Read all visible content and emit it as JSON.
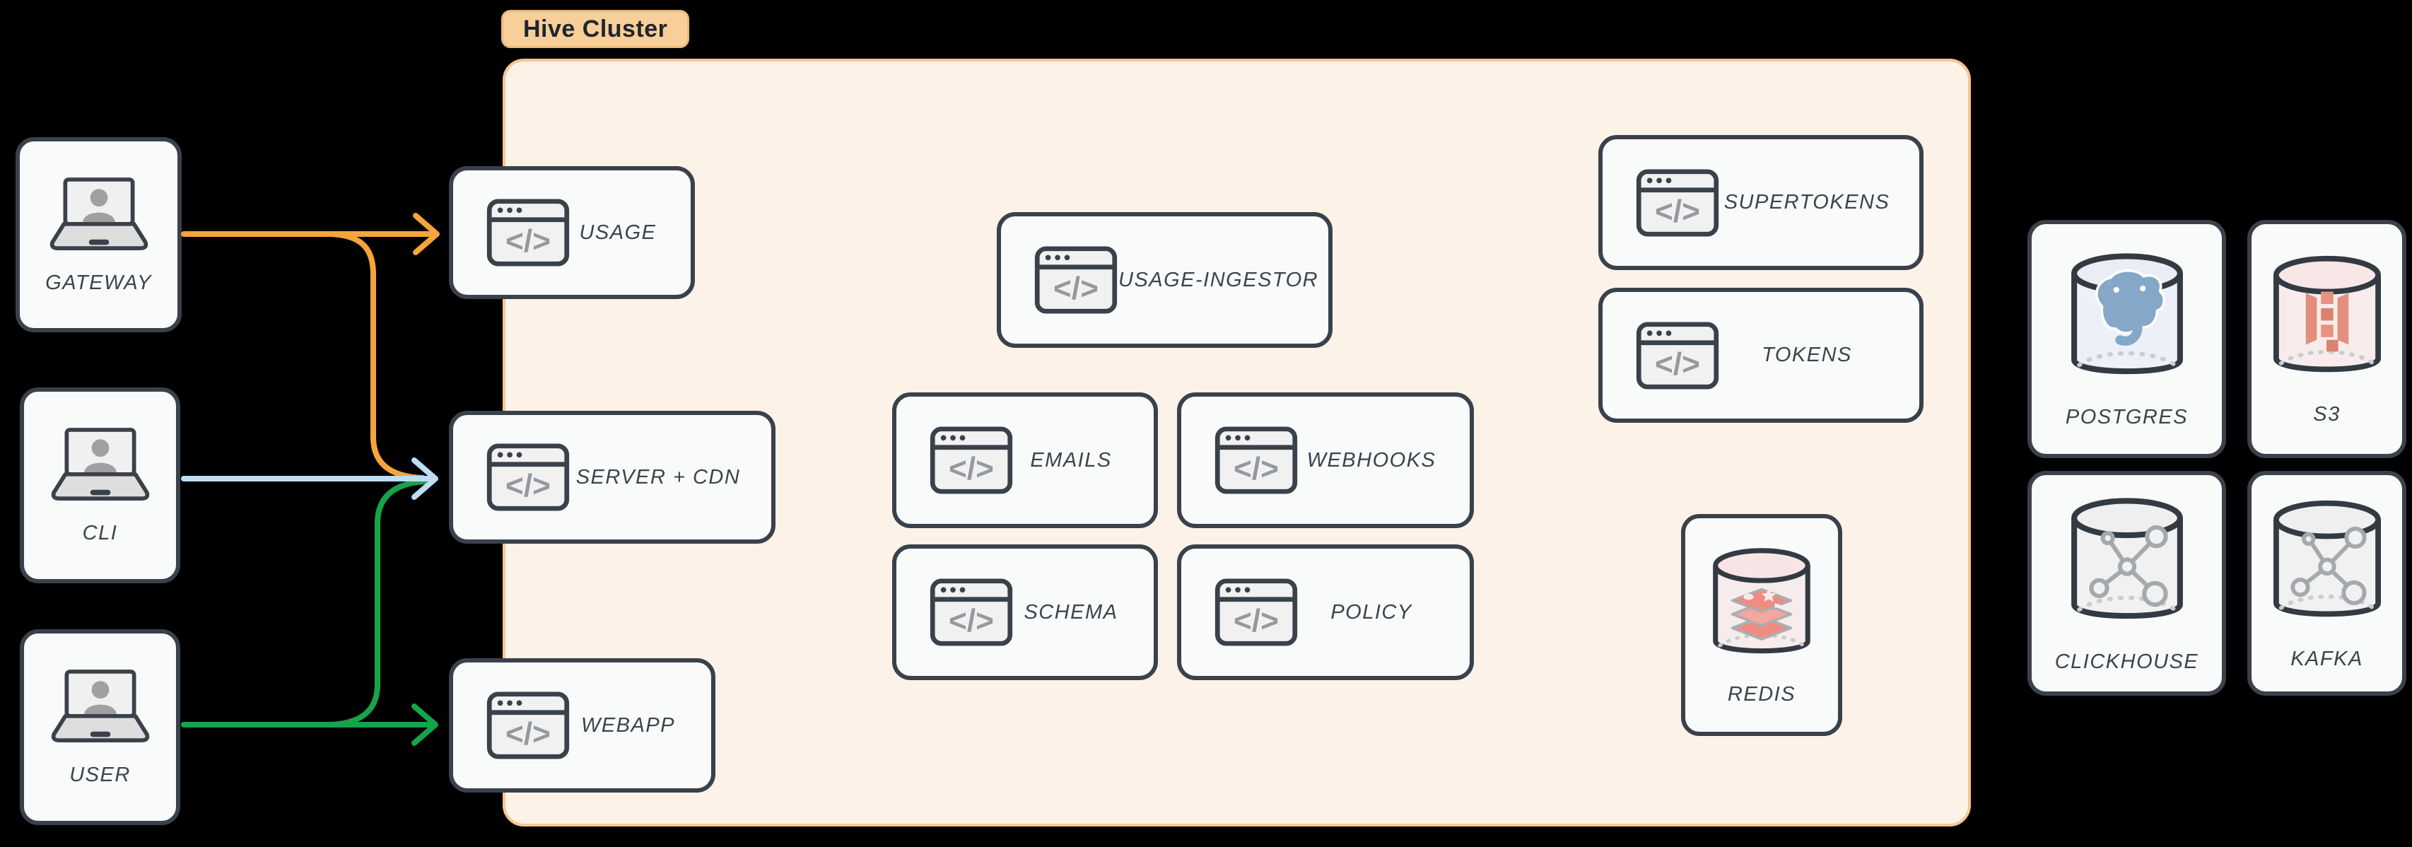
{
  "badge": {
    "label": "Hive Cluster"
  },
  "colors": {
    "arrow_orange": "#F6A43B",
    "arrow_blue": "#BCDDF6",
    "arrow_green": "#17A34A",
    "cluster_fill": "#FDF2E8",
    "cluster_border": "#F6C692",
    "badge_fill": "#F8CE99",
    "badge_border": "#EDB978",
    "node_fill": "#F9FAFA",
    "node_border": "#3A414A",
    "label_text": "#3C434B",
    "icon_glyph": "#95999E"
  },
  "nodes": {
    "gateway": {
      "label": "GATEWAY",
      "icon": "laptop-user-icon"
    },
    "cli": {
      "label": "CLI",
      "icon": "laptop-user-icon"
    },
    "user": {
      "label": "USER",
      "icon": "laptop-user-icon"
    },
    "usage": {
      "label": "USAGE",
      "icon": "browser-window-code-icon"
    },
    "server_cdn": {
      "label": "SERVER + CDN",
      "icon": "browser-window-code-icon"
    },
    "webapp": {
      "label": "WEBAPP",
      "icon": "browser-window-code-icon"
    },
    "usage_ingestor": {
      "label": "USAGE-INGESTOR",
      "icon": "browser-window-code-icon"
    },
    "emails": {
      "label": "EMAILS",
      "icon": "browser-window-code-icon"
    },
    "webhooks": {
      "label": "WEBHOOKS",
      "icon": "browser-window-code-icon"
    },
    "schema": {
      "label": "SCHEMA",
      "icon": "browser-window-code-icon"
    },
    "policy": {
      "label": "POLICY",
      "icon": "browser-window-code-icon"
    },
    "supertokens": {
      "label": "SUPERTOKENS",
      "icon": "browser-window-code-icon"
    },
    "tokens": {
      "label": "TOKENS",
      "icon": "browser-window-code-icon"
    },
    "redis": {
      "label": "REDIS",
      "icon": "database-cylinder-redis-icon"
    },
    "postgres": {
      "label": "POSTGRES",
      "icon": "database-cylinder-postgres-icon"
    },
    "s3": {
      "label": "S3",
      "icon": "database-cylinder-s3-icon"
    },
    "clickhouse": {
      "label": "CLICKHOUSE",
      "icon": "database-cylinder-molecule-icon"
    },
    "kafka": {
      "label": "KAFKA",
      "icon": "database-cylinder-molecule-icon"
    }
  },
  "edges": [
    {
      "from": "GATEWAY",
      "to": "USAGE",
      "color_key": "arrow_orange"
    },
    {
      "from": "GATEWAY",
      "to": "SERVER + CDN",
      "color_key": "arrow_orange"
    },
    {
      "from": "CLI",
      "to": "SERVER + CDN",
      "color_key": "arrow_blue"
    },
    {
      "from": "USER",
      "to": "SERVER + CDN",
      "color_key": "arrow_green"
    },
    {
      "from": "USER",
      "to": "WEBAPP",
      "color_key": "arrow_green"
    }
  ]
}
